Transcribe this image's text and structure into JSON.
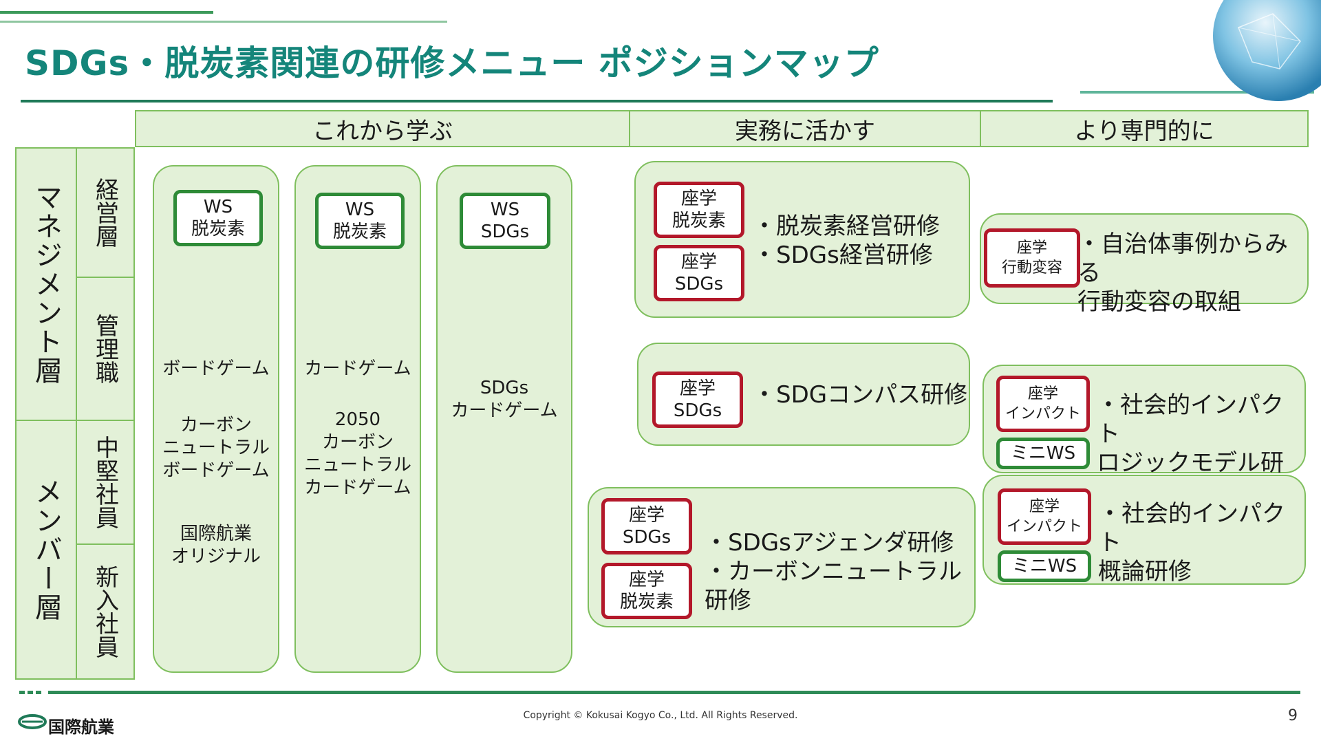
{
  "title": "SDGs・脱炭素関連の研修メニュー ポジションマップ",
  "headers": [
    "これから学ぶ",
    "実務に活かす",
    "より専門的に"
  ],
  "side_groups": [
    "マネジメント層",
    "メンバー層"
  ],
  "side_levels": [
    "経営層",
    "管理職",
    "中堅社員",
    "新入社員"
  ],
  "columns": [
    {
      "tag": "WS\n脱炭素",
      "text1": "ボードゲーム",
      "text2": "カーボン\nニュートラル\nボードゲーム",
      "text3": "国際航業\nオリジナル"
    },
    {
      "tag": "WS\n脱炭素",
      "text1": "カードゲーム",
      "text2": "2050\nカーボン\nニュートラル\nカードゲーム"
    },
    {
      "tag": "WS\nSDGs",
      "text1": "SDGs\nカードゲーム"
    }
  ],
  "panels": {
    "p1": {
      "tags": [
        "座学\n脱炭素",
        "座学\nSDGs"
      ],
      "text": "・脱炭素経営研修\n・SDGs経営研修"
    },
    "p2": {
      "tags": [
        "座学\nSDGs"
      ],
      "text": "・SDGコンパス研修"
    },
    "p3": {
      "tags": [
        "座学\nSDGs",
        "座学\n脱炭素"
      ],
      "text": "・SDGsアジェンダ研修\n・カーボンニュートラル研修"
    },
    "p4": {
      "tags": [
        "座学\n行動変容"
      ],
      "text": "・自治体事例からみる\n 行動変容の取組"
    },
    "p5": {
      "tags": [
        "座学\nインパクト",
        "ミニWS"
      ],
      "text": "・社会的インパクト\n ロジックモデル研修"
    },
    "p6": {
      "tags": [
        "座学\nインパクト",
        "ミニWS"
      ],
      "text": "・社会的インパクト\n  概論研修"
    }
  },
  "footer": {
    "copyright": "Copyright © Kokusai Kogyo Co., Ltd. All Rights Reserved.",
    "page": "9",
    "logo": "国際航業"
  },
  "colors": {
    "title": "#14857a",
    "panel_fill": "#e3f1d8",
    "panel_border": "#7fbf5e",
    "tag_green": "#2e8b37",
    "tag_red": "#b3182a"
  }
}
